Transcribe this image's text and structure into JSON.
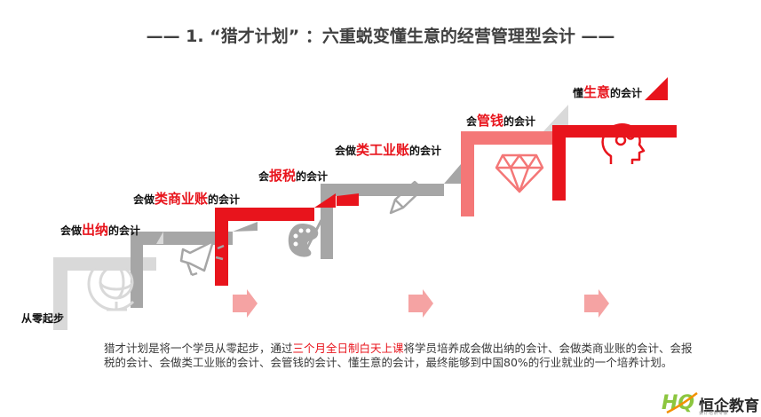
{
  "title": "—— 1. “猎才计划” ：六重蜕变懂生意的经营管理型会计 ——",
  "steps": [
    {
      "pre": "从零起步",
      "hl": "",
      "post": ""
    },
    {
      "pre": "会做",
      "hl": "出纳",
      "post": "的会计"
    },
    {
      "pre": "会做",
      "hl": "类商业账",
      "post": "的会计"
    },
    {
      "pre": "会",
      "hl": "报税",
      "post": "的会计"
    },
    {
      "pre": "会做",
      "hl": "类工业账",
      "post": "的会计"
    },
    {
      "pre": "会",
      "hl": "管钱",
      "post": "的会计"
    },
    {
      "pre": "懂",
      "hl": "生意",
      "post": "的会计"
    }
  ],
  "description": {
    "part1": "猎才计划是将一个学员从零起步，通过",
    "highlight": "三个月全日制白天上课",
    "part2": "将学员培养成会做出纳的会计、会做类商业账的会计、会报税的会计、会做类工业账的会计、会管钱的会计、懂生意的会计，最终能够到中国80%的行业就业的一个培养计划。"
  },
  "logo": {
    "name": "恒企教育",
    "mark": "HQ",
    "sub": "会计培训专家"
  },
  "icons": [
    "globe-icon",
    "megaphone-icon",
    "palette-icon",
    "pencil-icon",
    "diamond-icon",
    "head-gears-icon"
  ],
  "colors": {
    "red": "#e8141c",
    "gray": "#a6a6a6",
    "light_gray": "#d9d9d9",
    "pink": "#f47777",
    "arrow_pink": "#f5a3a3"
  }
}
